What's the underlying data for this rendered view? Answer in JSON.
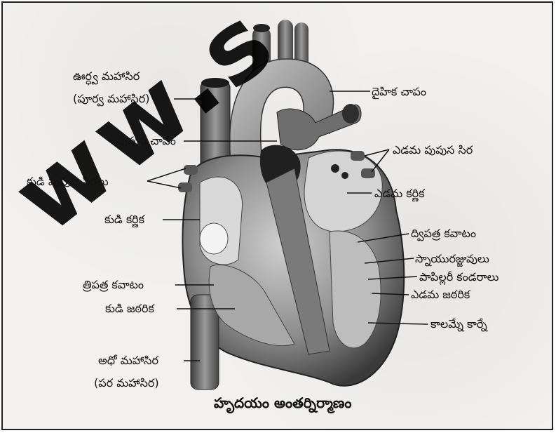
{
  "watermark": "ww.s",
  "labels": {
    "superior_vena_cava_1": "ఊర్ధ్వ మహాసిర",
    "superior_vena_cava_2": "(పూర్వ మహాసిర)",
    "pulmonary_artery": "పుపుస చాపం",
    "right_pulmonary_veins": "కుడి పుపుస సిరలు",
    "right_atrium": "కుడి కర్ణిక",
    "tricuspid_valve": "త్రిపత్ర కవాటం",
    "right_ventricle": "కుడి జఠరిక",
    "inferior_vena_cava_1": "అధో మహాసిర",
    "inferior_vena_cava_2": "(పర మహాసిర)",
    "aortic_arch": "దైహిక చాపం",
    "left_pulmonary_veins": "ఎడమ పుపుస సిర",
    "left_atrium": "ఎడమ కర్ణిక",
    "bicuspid_valve": "ద్విపత్ర కవాటం",
    "chordae_tendineae": "స్నాయురజ్జువులు",
    "papillary_muscles": "పాపిల్లరీ కండరాలు",
    "left_ventricle": "ఎడమ జఠరిక",
    "columnae_carneae": "కాలమ్నే కార్నే"
  },
  "caption": "హృదయం అంతర్నిర్మాణం"
}
